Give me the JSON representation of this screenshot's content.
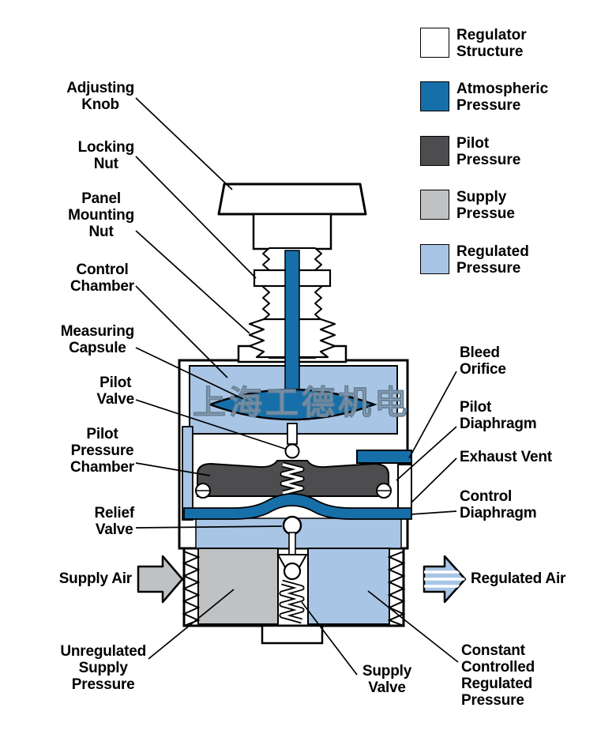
{
  "figure": {
    "description": "Pressure regulator cut-away diagram"
  },
  "watermark": "上海工德机电",
  "colors": {
    "structure": "#FFFFFF",
    "atmospheric": "#176FA9",
    "pilot": "#4D4D4F",
    "supply": "#BFC1C3",
    "regulated": "#A8C5E5"
  },
  "legend": {
    "items": [
      {
        "label": "Regulator\nStructure"
      },
      {
        "label": "Atmospheric\nPressure"
      },
      {
        "label": "Pilot\nPressure"
      },
      {
        "label": "Supply\nPressue"
      },
      {
        "label": "Regulated\nPressure"
      }
    ]
  },
  "labels": {
    "adjusting_knob": "Adjusting\nKnob",
    "locking_nut": "Locking\nNut",
    "panel_mounting_nut": "Panel\nMounting\nNut",
    "control_chamber": "Control\nChamber",
    "measuring_capsule": "Measuring\nCapsule",
    "pilot_valve": "Pilot\nValve",
    "pilot_pressure_chamber": "Pilot\nPressure\nChamber",
    "relief_valve": "Relief\nValve",
    "supply_air": "Supply Air",
    "unregulated_supply_pressure": "Unregulated\nSupply\nPressure",
    "bleed_orifice": "Bleed\nOrifice",
    "pilot_diaphragm": "Pilot\nDiaphragm",
    "exhaust_vent": "Exhaust Vent",
    "control_diaphragm": "Control\nDiaphragm",
    "regulated_air": "Regulated Air",
    "constant_controlled_regulated_pressure": "Constant\nControlled\nRegulated\nPressure",
    "supply_valve": "Supply\nValve"
  }
}
